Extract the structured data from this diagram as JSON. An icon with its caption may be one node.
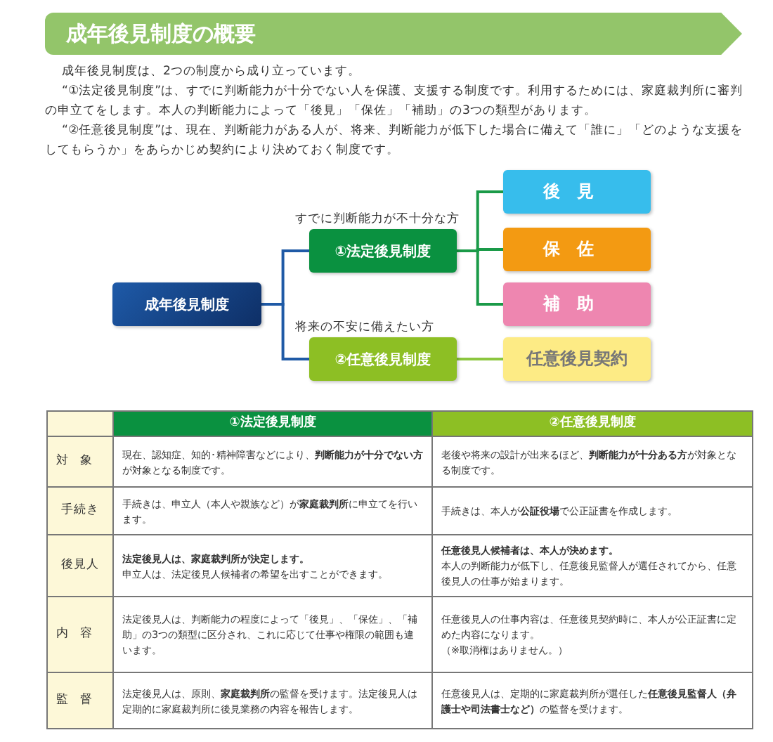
{
  "diagram": {
    "title": "成年後見制度の概要",
    "nodes": [
      {
        "text": [
          "成年後見制度"
        ]
      },
      {
        "text": [
          "①法定後見制度"
        ],
        "beside": [
          "すでに判断能力が不十分な方"
        ]
      },
      {
        "text": [
          "後見"
        ]
      },
      {
        "text": [
          "保佐"
        ]
      },
      {
        "text": [
          "補助"
        ]
      },
      {
        "text": [
          "②任意後見制度"
        ],
        "beside": [
          "将来の不安に備えたい方"
        ]
      },
      {
        "text": [
          "任意後見契約"
        ]
      }
    ],
    "edges": [
      {
        "from": 0,
        "to": 1,
        "arrow": "none",
        "color": "#1f5aa6"
      },
      {
        "from": 0,
        "to": 5,
        "arrow": "none",
        "color": "#1f5aa6"
      },
      {
        "from": 1,
        "to": 2,
        "arrow": "none"
      },
      {
        "from": 1,
        "to": 3,
        "arrow": "none"
      },
      {
        "from": 1,
        "to": 4,
        "arrow": "none"
      },
      {
        "from": 5,
        "to": 6,
        "arrow": "none",
        "color": "#8cc63f"
      }
    ],
    "labels": [
      "成年後見制度は、2つの制度から成り立っています。",
      "“①法定後見制度”は、すでに判断能力が十分でない人を保護、支援する制度です。利用するためには、家庭裁判所に審判の申立てをします。本人の判断能力によって「後見」「保佐」「補助」の3つの類型があります。",
      "“②任意後見制度”は、現在、判断能力がある人が、将来、判断能力が低下した場合に備えて「誰に」「どのような支援をしてもらうか」をあらかじめ契約により決めておく制度です。",
      "①法定後見制度",
      "②任意後見制度",
      "対象",
      "現在、認知症、知的･精神障害などにより、**判断能力が十分でない方**が対象となる制度です。",
      "老後や将来の設計が出来るほど、**判断能力が十分ある方**が対象となる制度です。",
      "手続き",
      "手続きは、申立人（本人や親族など）が**家庭裁判所**に申立てを行います。",
      "手続きは、本人が**公証役場**で公正証書を作成します。",
      "後見人",
      "法定後見人は、家庭裁判所が決定します。",
      "申立人は、法定後見人候補者の希望を出すことができます。",
      "任意後見人候補者は、本人が決めます。",
      "本人の判断能力が低下し、任意後見監督人が選任されてから、任意後見人の仕事が始まります。",
      "内容",
      "法定後見人は、判断能力の程度によって「後見」、「保佐」、「補助」の3つの類型に区分され、これに応じて仕事や権限の範囲も違います。",
      "任意後見人の仕事内容は、任意後見契約時に、本人が公正証書に定めた内容になります。",
      "（※取消権はありません。）",
      "監督",
      "法定後見人は、原則、**家庭裁判所**の監督を受けます。法定後見人は定期的に家庭裁判所に後見業務の内容を報告します。",
      "任意後見人は、定期的に家庭裁判所が選任した**任意後見監督人（弁護士や司法書士など）**の監督を受けます。"
    ]
  }
}
